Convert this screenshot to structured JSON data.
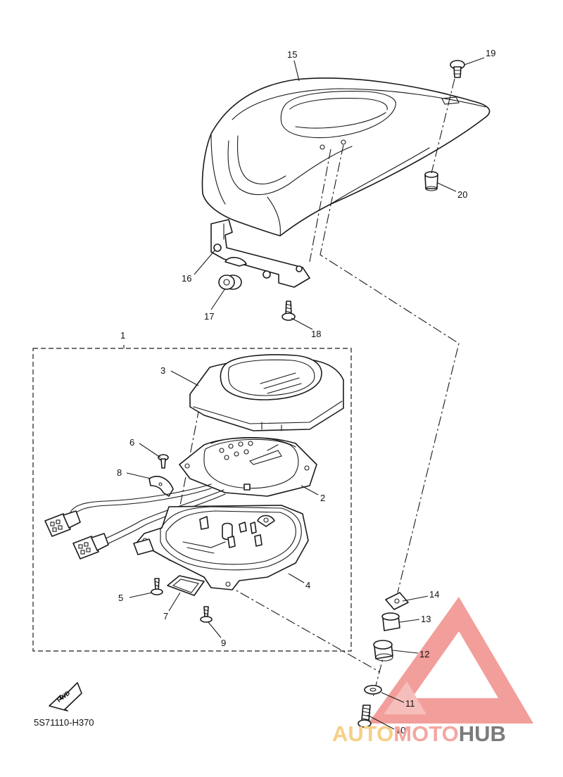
{
  "diagram": {
    "drawing_code": "5S71110-H370",
    "fwd_label": "FWD",
    "callouts": [
      {
        "id": "c1",
        "text": "1"
      },
      {
        "id": "c2",
        "text": "2"
      },
      {
        "id": "c3",
        "text": "3"
      },
      {
        "id": "c4",
        "text": "4"
      },
      {
        "id": "c5",
        "text": "5"
      },
      {
        "id": "c6",
        "text": "6"
      },
      {
        "id": "c7",
        "text": "7"
      },
      {
        "id": "c8",
        "text": "8"
      },
      {
        "id": "c9",
        "text": "9"
      },
      {
        "id": "c10",
        "text": "10"
      },
      {
        "id": "c11",
        "text": "11"
      },
      {
        "id": "c12",
        "text": "12"
      },
      {
        "id": "c13",
        "text": "13"
      },
      {
        "id": "c14",
        "text": "14"
      },
      {
        "id": "c15",
        "text": "15"
      },
      {
        "id": "c16",
        "text": "16"
      },
      {
        "id": "c17",
        "text": "17"
      },
      {
        "id": "c18",
        "text": "18"
      },
      {
        "id": "c19",
        "text": "19"
      },
      {
        "id": "c20",
        "text": "20"
      }
    ]
  },
  "watermark": {
    "part1": "AUTO",
    "part2": "MOTO",
    "part3": "HUB",
    "colors": {
      "auto": "#f6cf86",
      "moto": "#f4a7a2",
      "hub": "#7b7b7b",
      "logo": "#f08e8a"
    }
  }
}
